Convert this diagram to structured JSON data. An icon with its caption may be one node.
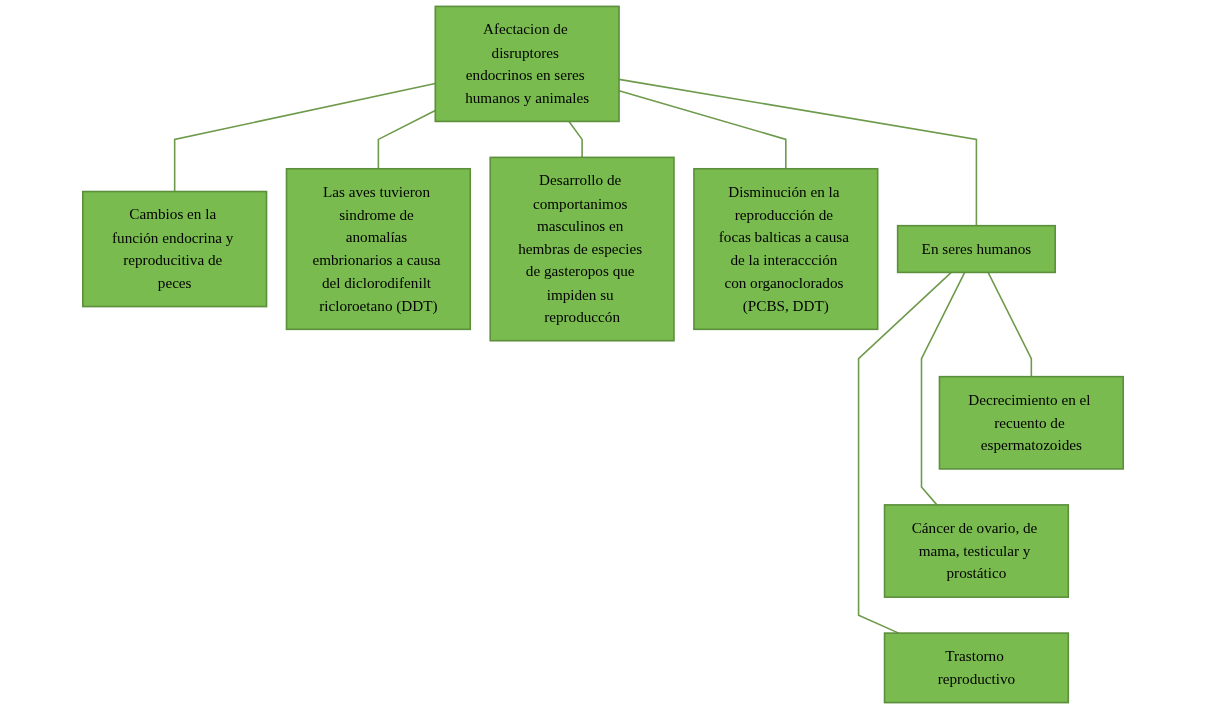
{
  "diagram": {
    "nodes": [
      {
        "text": [
          "Afectacion de disruptores endocrinos en seres humanos y animales"
        ]
      },
      {
        "text": [
          "Cambios en la función endocrina y reproducitiva de peces"
        ]
      },
      {
        "text": [
          "Las aves tuvieron sindrome de anomalías embrionarios a causa del diclorodifenilt ricloroetano (DDT)"
        ]
      },
      {
        "text": [
          "Desarrollo de comportanimos masculinos en hembras de especies de gasteropos que impiden su reproduccón"
        ]
      },
      {
        "text": [
          "Disminución en la reproducción de focas balticas a causa de la interaccción con organoclorados (PCBS, DDT)"
        ]
      },
      {
        "text": [
          "En seres humanos"
        ]
      },
      {
        "text": [
          "Decrecimiento en el recuento de espermatozoides"
        ]
      },
      {
        "text": [
          "Cáncer de ovario, de mama, testicular y prostático"
        ]
      },
      {
        "text": [
          "Trastorno reproductivo"
        ]
      }
    ],
    "edges": [
      {
        "from": 0,
        "to": 1,
        "arrow": "none"
      },
      {
        "from": 0,
        "to": 2,
        "arrow": "none"
      },
      {
        "from": 0,
        "to": 3,
        "arrow": "none"
      },
      {
        "from": 0,
        "to": 4,
        "arrow": "none"
      },
      {
        "from": 0,
        "to": 5,
        "arrow": "none"
      },
      {
        "from": 5,
        "to": 6,
        "arrow": "none"
      },
      {
        "from": 5,
        "to": 7,
        "arrow": "none"
      },
      {
        "from": 5,
        "to": 8,
        "arrow": "none"
      }
    ]
  }
}
